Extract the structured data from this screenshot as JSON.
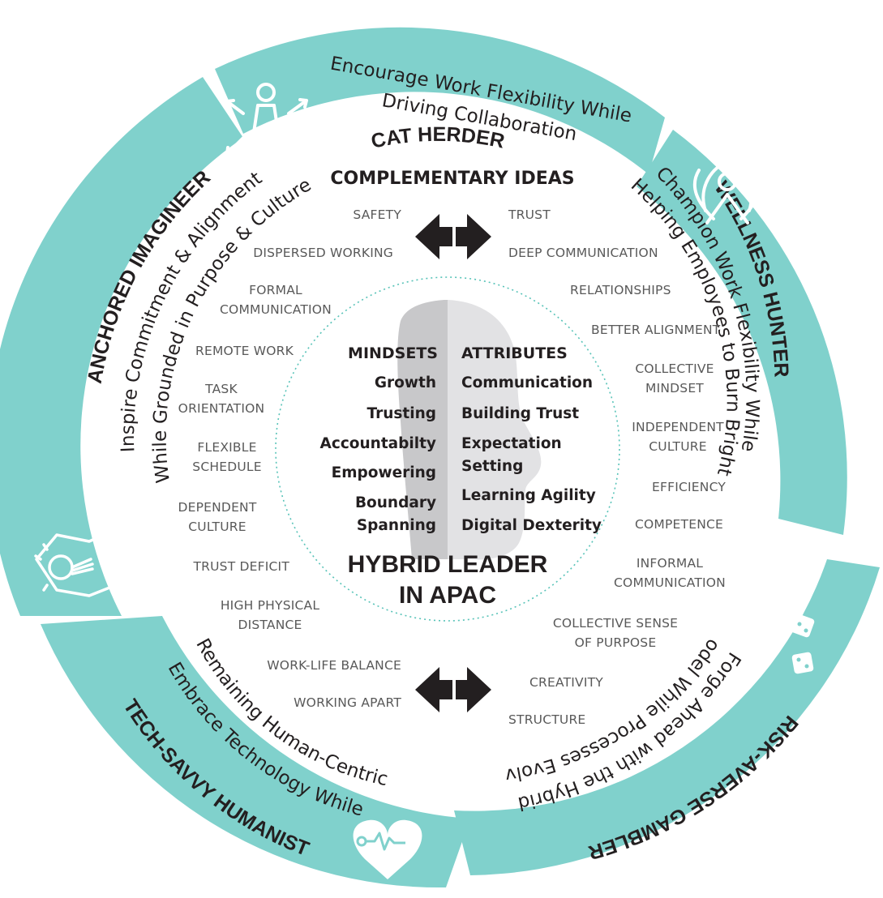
{
  "colors": {
    "ring": "#80d1cc",
    "text": "#231f20",
    "idea_text": "#595959",
    "silhouette_left": "#c8c8ca",
    "silhouette_right": "#e2e2e4",
    "dotted": "#58c3b8",
    "arrow": "#231f20"
  },
  "segments": [
    {
      "id": "cat-herder",
      "title": "CAT HERDER",
      "lines": [
        "Encourage Work Flexibility While",
        "Driving Collaboration"
      ],
      "icon": "cat-herder-icon"
    },
    {
      "id": "wellness-hunter",
      "title": "WELLNESS HUNTER",
      "lines": [
        "Champion Work Flexibility While",
        "Helping Employees to Burn Bright"
      ],
      "icon": "lotus-person-icon"
    },
    {
      "id": "risk-averse-gambler",
      "title": "RISK-AVERSE GAMBLER",
      "lines": [
        "Model While Processes Evolve",
        "Forge Ahead with the Hybrid"
      ],
      "icon": "dice-hand-icon"
    },
    {
      "id": "tech-savvy-humanist",
      "title": "TECH-SAVVY HUMANIST",
      "lines": [
        "Embrace Technology While",
        "Remaining Human-Centric"
      ],
      "icon": "heart-stethoscope-icon"
    },
    {
      "id": "anchored-imagineer",
      "title": "ANCHORED IMAGINEER",
      "lines": [
        "Inspire Commitment & Alignment",
        "While Grounded in Purpose & Culture"
      ],
      "icon": "lightbulb-map-icon"
    }
  ],
  "complementary": {
    "title": "COMPLEMENTARY IDEAS",
    "left": [
      "SAFETY",
      "DISPERSED WORKING",
      [
        "FORMAL",
        "COMMUNICATION"
      ],
      "REMOTE WORK",
      [
        "TASK",
        "ORIENTATION"
      ],
      [
        "FLEXIBLE",
        "SCHEDULE"
      ],
      [
        "DEPENDENT",
        "CULTURE"
      ],
      "TRUST DEFICIT",
      [
        "HIGH PHYSICAL",
        "DISTANCE"
      ],
      "WORK-LIFE BALANCE",
      "WORKING APART"
    ],
    "right": [
      "TRUST",
      "DEEP COMMUNICATION",
      "RELATIONSHIPS",
      "BETTER ALIGNMENT",
      [
        "COLLECTIVE",
        "MINDSET"
      ],
      [
        "INDEPENDENT",
        "CULTURE"
      ],
      "EFFICIENCY",
      "COMPETENCE",
      [
        "INFORMAL",
        "COMMUNICATION"
      ],
      [
        "COLLECTIVE SENSE",
        "OF PURPOSE"
      ],
      "CREATIVITY",
      "STRUCTURE"
    ]
  },
  "center": {
    "mindsets_title": "MINDSETS",
    "mindsets": [
      [
        "Growth"
      ],
      [
        "Trusting"
      ],
      [
        "Accountabilty"
      ],
      [
        "Empowering"
      ],
      [
        "Boundary",
        "Spanning"
      ]
    ],
    "attributes_title": "ATTRIBUTES",
    "attributes": [
      [
        "Communication"
      ],
      [
        "Building Trust"
      ],
      [
        "Expectation",
        "Setting"
      ],
      [
        "Learning Agility"
      ],
      [
        "Digital Dexterity"
      ]
    ],
    "title_lines": [
      "HYBRID LEADER",
      "IN APAC"
    ]
  }
}
